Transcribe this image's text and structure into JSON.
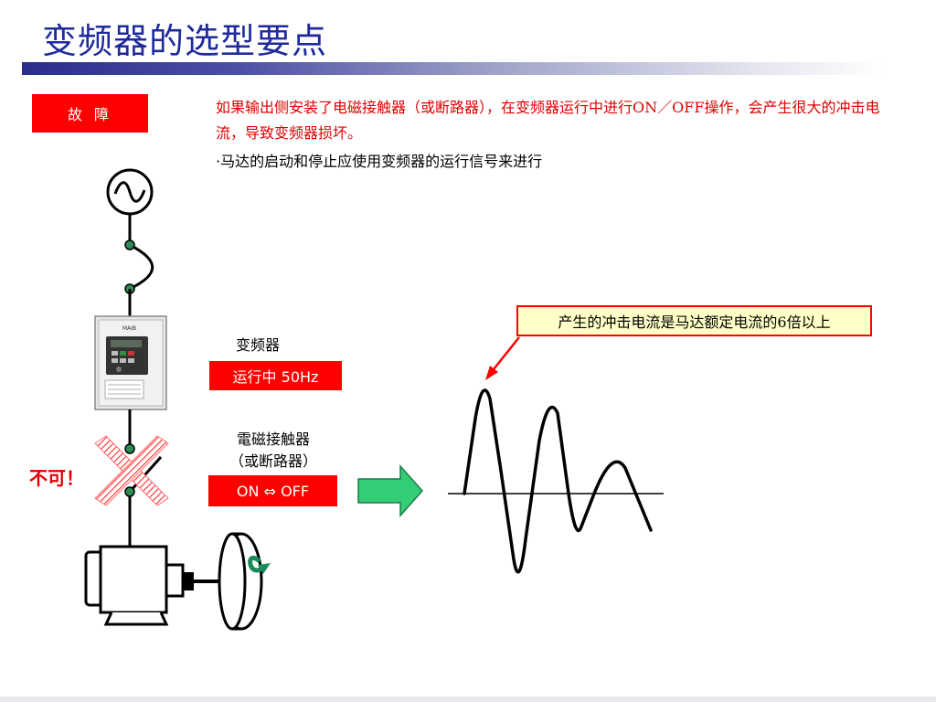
{
  "title": "变频器的选型要点",
  "fault_label": "故 障",
  "warning_text": "如果输出侧安装了电磁接触器（或断路器），在变频器运行中进行ON／OFF操作，会产生很大的冲击电流，导致变频器损坏。",
  "note_text": "·马达的启动和停止应使用变频器的运行信号来进行",
  "inverter_label": "变频器",
  "run_status": "运行中 50Hz",
  "contactor_label_1": "電磁接触器",
  "contactor_label_2": "（或断路器）",
  "onoff_label": "ON ⇔ OFF",
  "not_allowed": "不可！",
  "callout_text": "产生的冲击电流是马达额定电流的6倍以上",
  "device_brand": "MAIB",
  "colors": {
    "title": "#1f2a9c",
    "alert": "#ff0000",
    "callout_bg": "#ffffc8",
    "arrow_fill": "#33cc77",
    "node": "#2e8b57"
  }
}
